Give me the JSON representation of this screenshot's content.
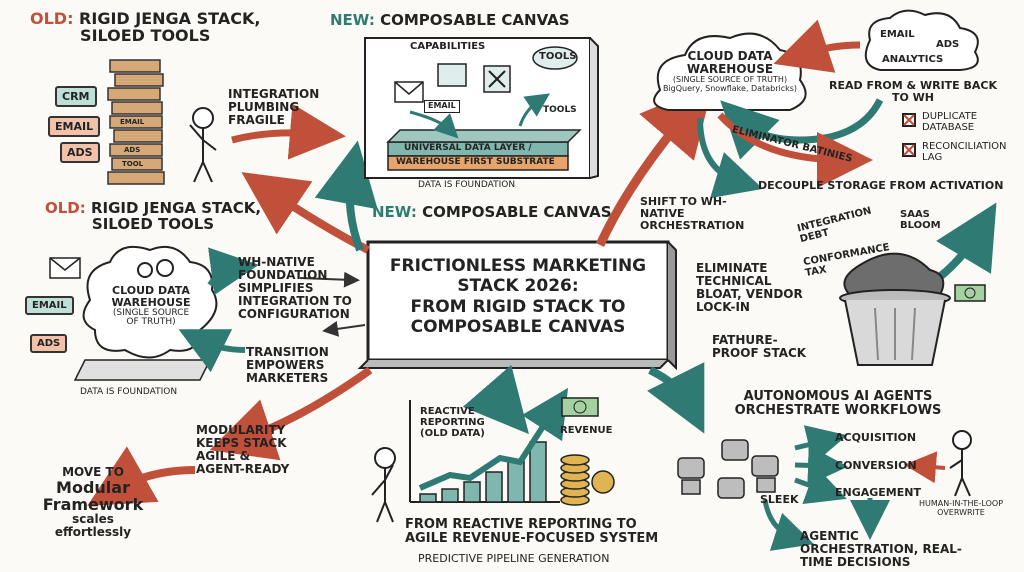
{
  "center": {
    "title_line1": "FRICTIONLESS MARKETING",
    "title_line2": "STACK 2026:",
    "title_line3": "FROM RIGID STACK TO",
    "title_line4": "COMPOSABLE CANVAS"
  },
  "top_left": {
    "old_prefix": "OLD:",
    "heading_rest": " RIGID JENGA STACK,",
    "heading_line2": "SILOED TOOLS",
    "tag_crm": "CRM",
    "tag_email": "EMAIL",
    "tag_ads": "ADS",
    "block_email": "EMAIL",
    "block_ads": "ADS",
    "block_tool": "TOOL",
    "plumbing": "INTEGRATION PLUMBING FRAGILE"
  },
  "mid_left": {
    "old_prefix": "OLD:",
    "heading_rest": " RIGID JENGA STACK,",
    "heading_line2": "SILOED TOOLS"
  },
  "top_center": {
    "new_prefix": "NEW:",
    "heading_rest": " COMPOSABLE CANVAS",
    "capabilities": "CAPABILITIES",
    "tools1": "TOOLS",
    "tools2": "TOOLS",
    "email": "EMAIL",
    "layer_line1": "UNIVERSAL DATA LAYER /",
    "layer_line2": "WAREHOUSE FIRST SUBSTRATE",
    "foundation": "DATA IS FOUNDATION"
  },
  "mid_center": {
    "new_prefix": "NEW:",
    "heading_rest": " COMPOSABLE CANVAS"
  },
  "left_cloud": {
    "email": "EMAIL",
    "ads": "ADS",
    "cloud_line1": "CLOUD DATA",
    "cloud_line2": "WAREHOUSE",
    "cloud_line3": "(SINGLE SOURCE",
    "cloud_line4": "OF TRUTH)",
    "foundation": "DATA IS FOUNDATION",
    "wh_native": "WH-NATIVE FOUNDATION SIMPLIFIES INTEGRATION TO CONFIGURATION",
    "transition": "TRANSITION EMPOWERS MARKETERS"
  },
  "top_right": {
    "cloud_line1": "CLOUD DATA",
    "cloud_line2": "WAREHOUSE",
    "cloud_line3": "(SINGLE SOURCE OF TRUTH)",
    "cloud_line4": "BigQuery, Snowflake, Databricks)",
    "email": "EMAIL",
    "ads": "ADS",
    "analytics": "ANALYTICS",
    "read_write": "READ FROM & WRITE BACK TO WH",
    "duplicate": "DUPLICATE DATABASE",
    "reconciliation": "RECONCILIATION LAG",
    "eliminator": "ELIMINATOR BATINIES",
    "decouple": "DECOUPLE STORAGE FROM ACTIVATION",
    "shift": "SHIFT TO WH-NATIVE ORCHESTRATION"
  },
  "mid_right": {
    "integration_debt": "INTEGRATION DEBT",
    "conformance": "CONFORMANCE TAX",
    "saas": "SAAS BLOOM",
    "eliminate": "ELIMINATE TECHNICAL BLOAT, VENDOR LOCK-IN",
    "fathure": "FATHURE-PROOF STACK"
  },
  "bottom_right": {
    "heading": "AUTONOMOUS AI AGENTS ORCHESTRATE WORKFLOWS",
    "acquisition": "ACQUISITION",
    "conversion": "CONVERSION",
    "engagement": "ENGAGEMENT",
    "sleek": "SLEEK",
    "human": "HUMAN-IN-THE-LOOP OVERWRITE",
    "agentic": "AGENTIC ORCHESTRATION, REAL-TIME DECISIONS"
  },
  "bottom_center": {
    "reactive": "REACTIVE REPORTING (OLD DATA)",
    "revenue": "REVENUE",
    "heading_line1": "FROM REACTIVE REPORTING TO",
    "heading_line2": "AGILE REVENUE-FOCUSED SYSTEM",
    "sub": "PREDICTIVE PIPELINE GENERATION",
    "bar_heights": [
      0.08,
      0.13,
      0.2,
      0.3,
      0.42,
      0.6
    ]
  },
  "bottom_left": {
    "modularity": "MODULARITY KEEPS STACK AGILE & AGENT-READY",
    "move_line1": "MOVE TO",
    "move_line2": "Modular",
    "move_line3": "Framework",
    "move_line4": "scales",
    "move_line5": "effortlessly"
  },
  "colors": {
    "red_accent": "#c0503a",
    "teal_accent": "#2f7b74",
    "wood": "#d7a877",
    "layer_teal": "#7fb6ad",
    "layer_orange": "#e6a46b"
  },
  "icons": [
    "gear-icon",
    "envelope-icon",
    "cloud-icon",
    "robot-icon",
    "dollar-icon",
    "trash-bin-icon",
    "stick-figure-icon",
    "arrow-icon",
    "coin-stack-icon",
    "wrench-icon",
    "pencil-icon"
  ]
}
